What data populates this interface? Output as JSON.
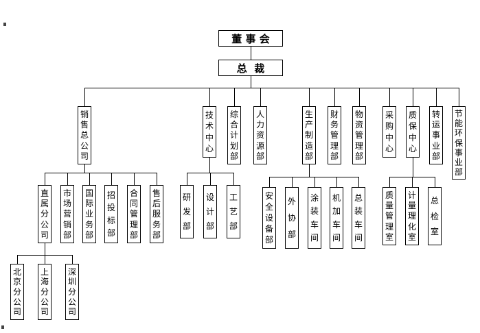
{
  "org": {
    "board": "董 事 会",
    "president": "总  裁",
    "level2": [
      "销售总公司",
      "技术中心",
      "综合计划部",
      "人力资源部",
      "生产制造部",
      "财务管理部",
      "物资管理部",
      "采购中心",
      "质保中心",
      "转运事业部",
      "节能环保事业部"
    ],
    "sales": [
      "直属分公司",
      "市场营销部",
      "国际业务部",
      "招投标部",
      "合同管理部",
      "售后服务部"
    ],
    "tech": [
      "研发部",
      "设计部",
      "工艺部"
    ],
    "production": [
      "安全设备部",
      "外协部",
      "涂装车间",
      "机加车间",
      "总装车间"
    ],
    "qa": [
      "质量管理室",
      "计量理化室",
      "总检室"
    ],
    "branches": [
      "北京分公司",
      "上海分公司",
      "深圳分公司"
    ]
  },
  "colors": {
    "background": "#ffffff",
    "line": "#000000",
    "text": "#000000"
  }
}
